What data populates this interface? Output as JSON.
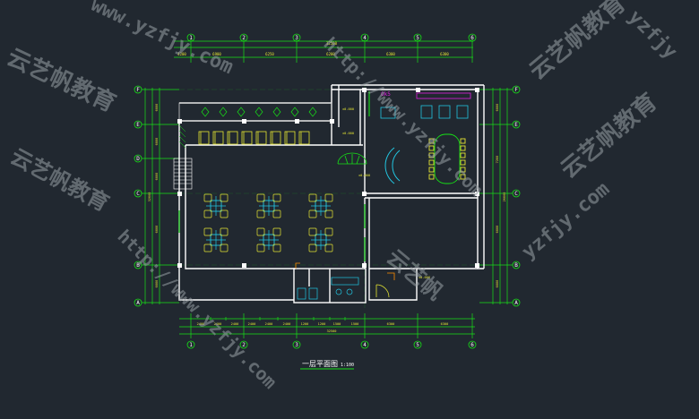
{
  "drawing": {
    "title": "一层平面图",
    "scale": "1:100",
    "top_total_dim": "32500",
    "bottom_total_dim": "32500",
    "top_dims": [
      "6900",
      "6250",
      "6200",
      "6300",
      "6300"
    ],
    "top_overall_left": "4200",
    "bottom_dims": [
      "2400",
      "2400",
      "2400",
      "2400",
      "2400",
      "2400",
      "1200",
      "1200",
      "1500",
      "1500",
      "6300",
      "6300"
    ],
    "left_dims": [
      "6000",
      "6000",
      "6000",
      "6000",
      "6000"
    ],
    "left_total": "32000",
    "right_dims": [
      "6000",
      "7200",
      "6000",
      "6000"
    ],
    "right_total": "26000"
  },
  "grid_columns": [
    "1",
    "2",
    "3",
    "4",
    "5",
    "6"
  ],
  "grid_rows": [
    "F",
    "E",
    "D",
    "C",
    "B",
    "A"
  ],
  "room_labels": {
    "office_tag": "Ok5",
    "elevation_a": "±0.000",
    "elevation_b": "±0.000",
    "elevation_c": "±0.000",
    "elevation_d": "±0.000"
  },
  "watermarks": [
    {
      "text": "www.yzfjy.com"
    },
    {
      "text": "云艺帆教育"
    },
    {
      "text": "http://www.yzfjy.com"
    },
    {
      "text": "云艺帆教育"
    },
    {
      "text": "http://www.yzfjy.com"
    },
    {
      "text": "云艺帆教育"
    },
    {
      "text": "yzfjy.com"
    },
    {
      "text": "云艺帆教育"
    },
    {
      "text": "云艺帆"
    },
    {
      "text": "yzfjy"
    }
  ],
  "colors": {
    "background": "#212830",
    "wall": "#ffffff",
    "dimension": "#17e017",
    "furniture": "#e5e533",
    "cyan": "#22c5e0",
    "magenta": "#e020e0",
    "orange": "#ff8c00",
    "watermark": "#9aa0a6"
  }
}
